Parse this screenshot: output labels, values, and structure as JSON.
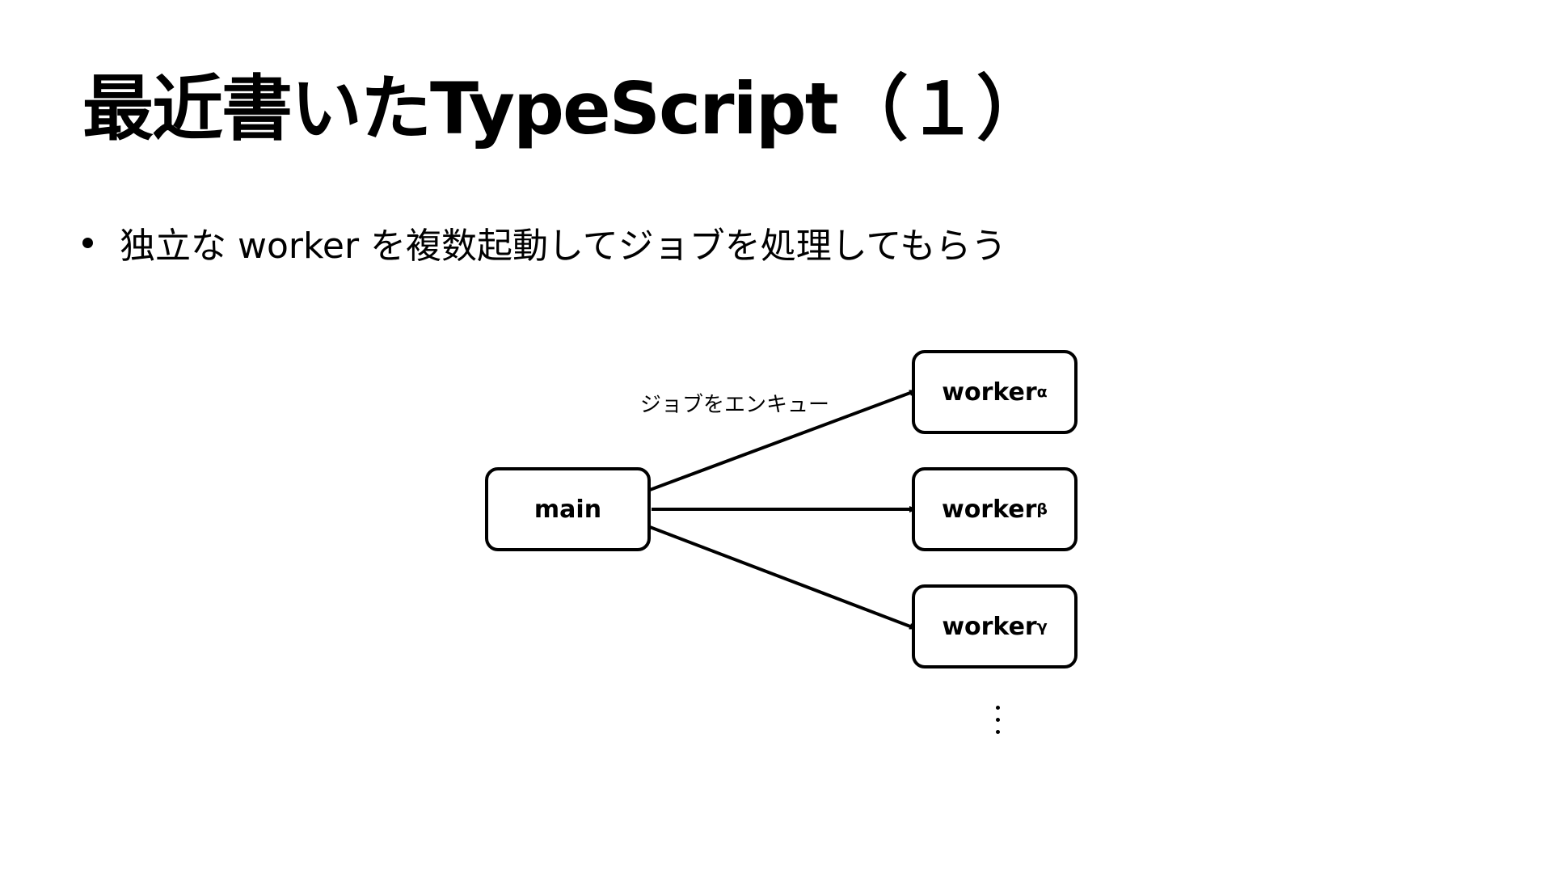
{
  "slide": {
    "title": "最近書いたTypeScript（１）",
    "bullets": [
      "独立な worker を複数起動してジョブを処理してもらう"
    ]
  },
  "diagram": {
    "nodes": {
      "main": "main",
      "worker_alpha": {
        "label": "worker",
        "sub": "α"
      },
      "worker_beta": {
        "label": "worker",
        "sub": "β"
      },
      "worker_gamma": {
        "label": "worker",
        "sub": "γ"
      }
    },
    "edge_label": "ジョブをエンキュー"
  }
}
